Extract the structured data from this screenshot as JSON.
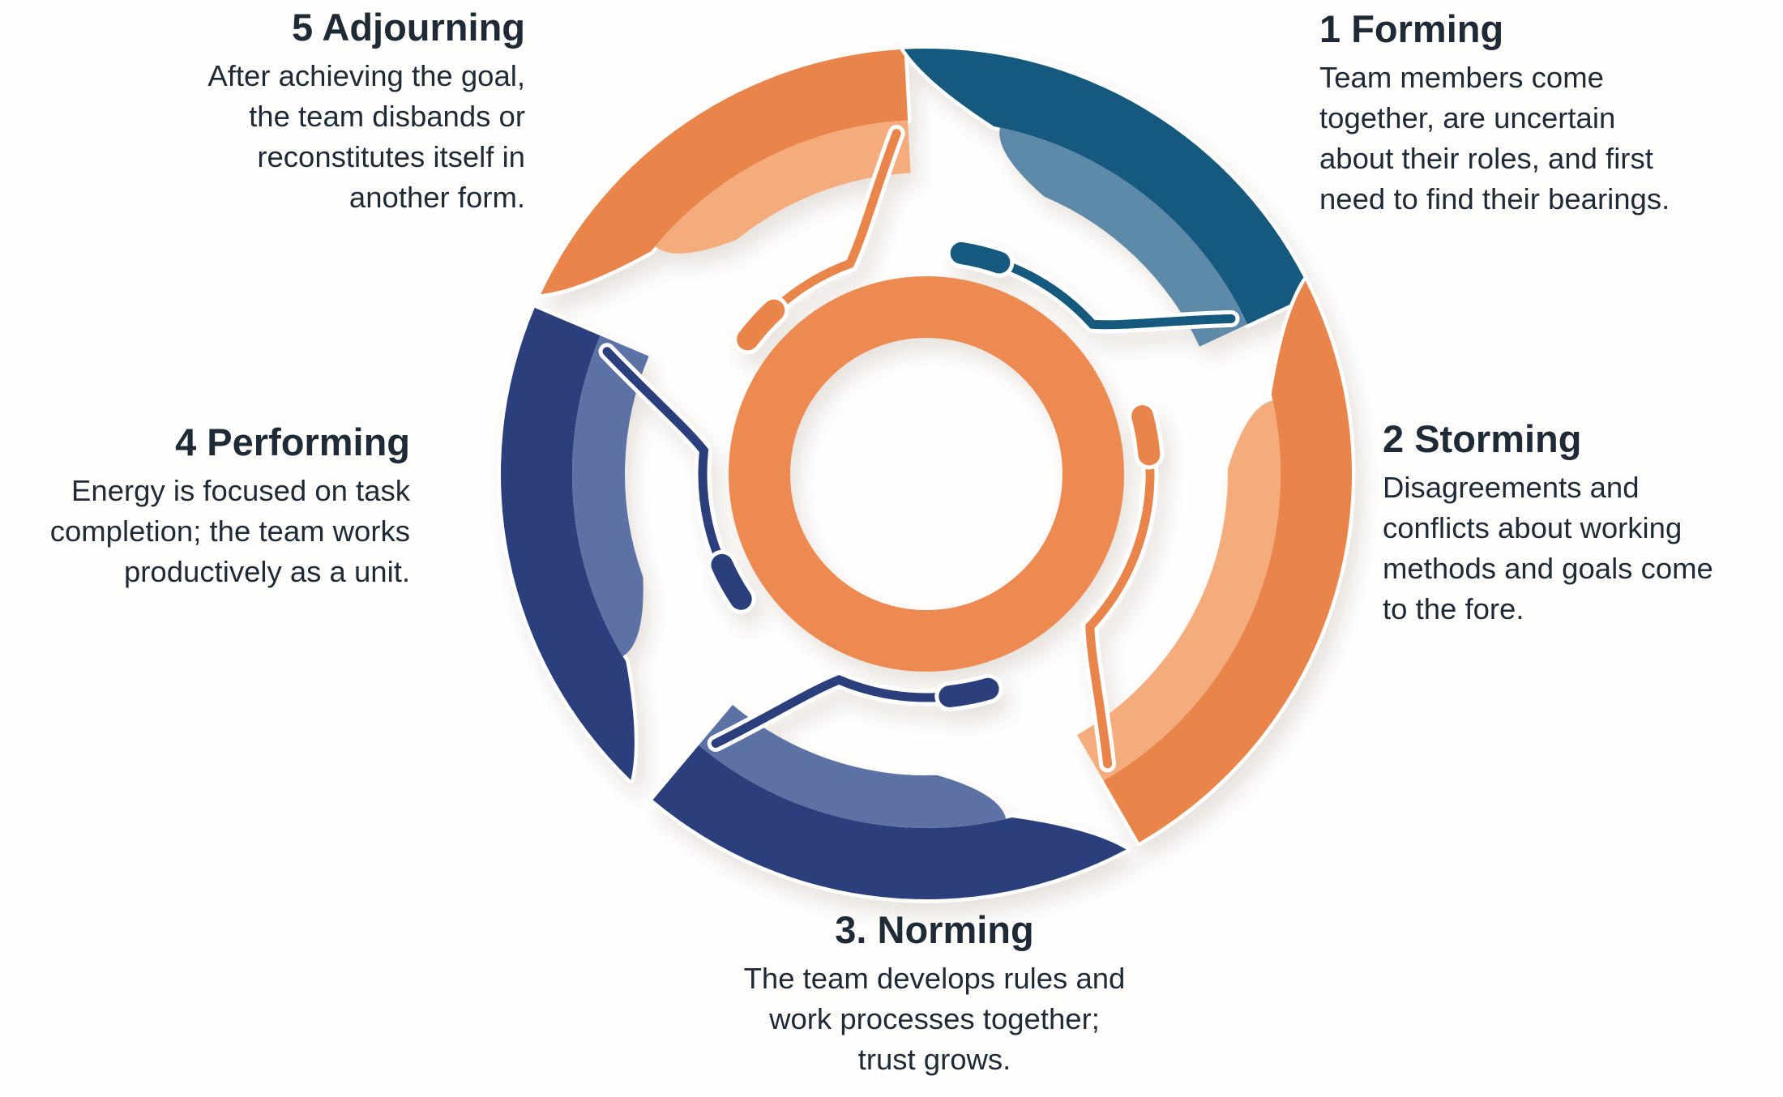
{
  "page": {
    "background": "#fffefd",
    "text_color": "#1e2a36"
  },
  "stages": [
    {
      "id": "forming",
      "title": "1 Forming",
      "description_lines": [
        "Team members come",
        "together, are uncertain",
        "about their roles, and first",
        "need to find their bearings."
      ]
    },
    {
      "id": "storming",
      "title": "2 Storming",
      "description_lines": [
        "Disagreements and",
        "conflicts about working",
        "methods and goals come",
        "to the fore."
      ]
    },
    {
      "id": "norming",
      "title": "3. Norming",
      "description_lines": [
        "The team develops rules and",
        "work processes together;",
        "trust grows."
      ]
    },
    {
      "id": "performing",
      "title": "4 Performing",
      "description_lines": [
        "Energy is focused on task",
        "completion; the team works",
        "productively as a unit."
      ]
    },
    {
      "id": "adjourning",
      "title": "5 Adjourning",
      "description_lines": [
        "After achieving the goal,",
        "the team disbands or",
        "reconstitutes itself in",
        "another form."
      ]
    }
  ],
  "wheel": {
    "center_ring_color": "#ec8a52",
    "white_gap_color": "#ffffff",
    "geometry": {
      "outer_radius": 525,
      "dark_inner_radius": 437,
      "light_inner_radius": 372,
      "hook_radius": 276,
      "ring_mid_radius": 206,
      "ring_width": 76
    },
    "segments": [
      {
        "stage": "performing",
        "dark": "#2b3f7c",
        "light": "#5c72a4",
        "start": 224,
        "end": 293
      },
      {
        "stage": "adjourning",
        "dark": "#e9854b",
        "light": "#f4ac7d",
        "start": 295,
        "end": 357
      },
      {
        "stage": "forming",
        "dark": "#16597f",
        "light": "#5e8aa9",
        "start": -3,
        "end": 65
      },
      {
        "stage": "storming",
        "dark": "#e9854b",
        "light": "#f4ac7d",
        "start": 63,
        "end": 150
      },
      {
        "stage": "norming",
        "dark": "#2b3f7c",
        "light": "#5c72a4",
        "start": 152,
        "end": 220
      }
    ]
  }
}
